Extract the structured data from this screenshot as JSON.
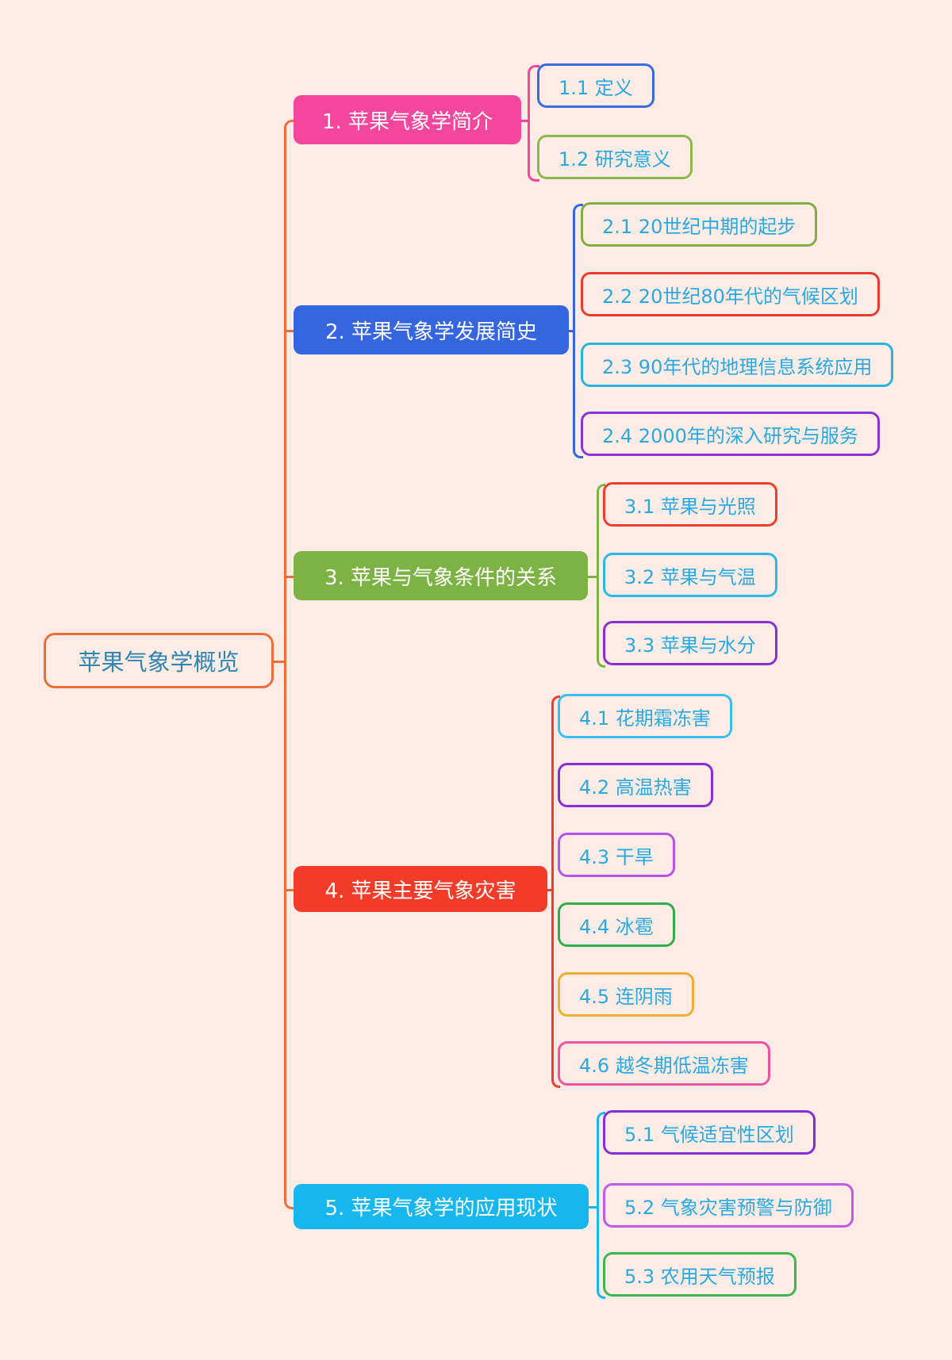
{
  "background": "#fdece6",
  "child_text_color": "#29a9e2",
  "branch_text_color": "#ffffff",
  "root": {
    "label": "苹果气象学概览",
    "color": "#ed6e3a",
    "text_color": "#2e86b1"
  },
  "branches": [
    {
      "label": "1. 苹果气象学简介",
      "color": "#f5469e",
      "children": [
        {
          "label": "1.1 定义",
          "border": "#3b6ae0"
        },
        {
          "label": "1.2 研究意义",
          "border": "#8ab94a"
        }
      ]
    },
    {
      "label": "2. 苹果气象学发展简史",
      "color": "#3566e0",
      "children": [
        {
          "label": "2.1 20世纪中期的起步",
          "border": "#82ad42"
        },
        {
          "label": "2.2 20世纪80年代的气候区划",
          "border": "#e83b2d"
        },
        {
          "label": "2.3 90年代的地理信息系统应用",
          "border": "#27b5dc"
        },
        {
          "label": "2.4 2000年的深入研究与服务",
          "border": "#8b33d6"
        }
      ]
    },
    {
      "label": "3. 苹果与气象条件的关系",
      "color": "#7db344",
      "children": [
        {
          "label": "3.1 苹果与光照",
          "border": "#ef3d2c"
        },
        {
          "label": "3.2 苹果与气温",
          "border": "#2bb7e8"
        },
        {
          "label": "3.3 苹果与水分",
          "border": "#8a30d2"
        }
      ]
    },
    {
      "label": "4. 苹果主要气象灾害",
      "color": "#f23b28",
      "children": [
        {
          "label": "4.1 花期霜冻害",
          "border": "#38c1f0"
        },
        {
          "label": "4.2 高温热害",
          "border": "#8a2cd8"
        },
        {
          "label": "4.3 干旱",
          "border": "#b951ec"
        },
        {
          "label": "4.4 冰雹",
          "border": "#31ae49"
        },
        {
          "label": "4.5 连阴雨",
          "border": "#f0ae30"
        },
        {
          "label": "4.6 越冬期低温冻害",
          "border": "#ef52a2"
        }
      ]
    },
    {
      "label": "5. 苹果气象学的应用现状",
      "color": "#15b7ee",
      "children": [
        {
          "label": "5.1 气候适宜性区划",
          "border": "#8a2cd6"
        },
        {
          "label": "5.2 气象灾害预警与防御",
          "border": "#c158e8"
        },
        {
          "label": "5.3 农用天气预报",
          "border": "#3eb54e"
        }
      ]
    }
  ]
}
